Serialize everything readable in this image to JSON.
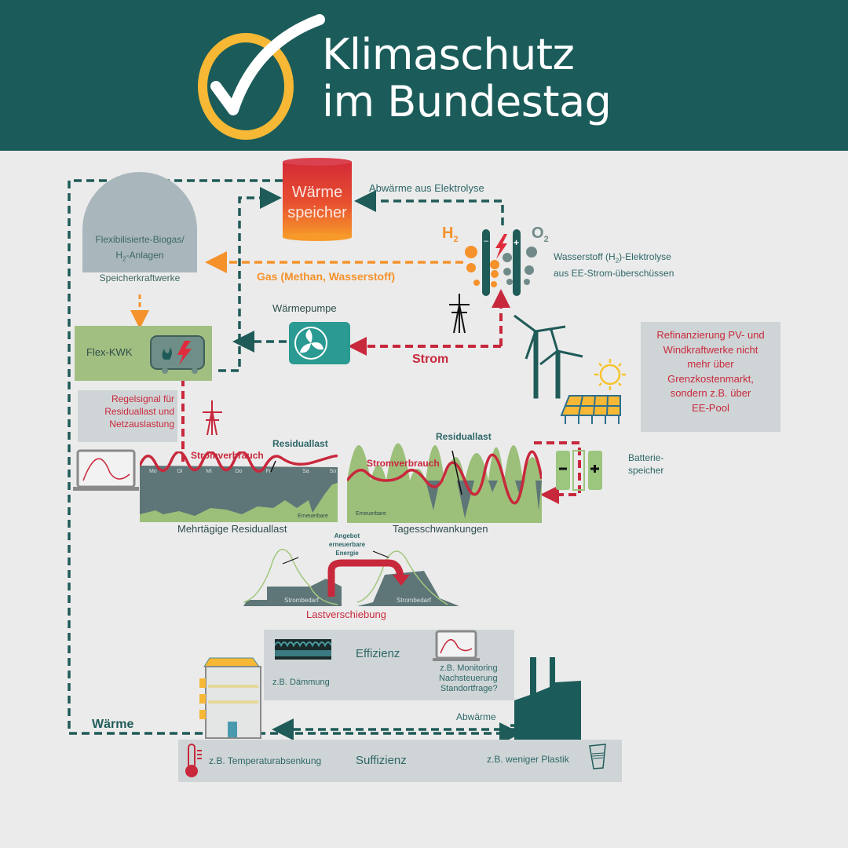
{
  "header": {
    "title_line1": "Klimaschutz",
    "title_line2": "im Bundestag",
    "logo_icon": "check-circle-icon",
    "background_color": "#1b5c5a",
    "accent_color": "#f6b835"
  },
  "colors": {
    "heat_flow": "#1f5b58",
    "power_flow": "#c8283c",
    "gas_flow": "#f5922b",
    "renewables": "#9cbf7a",
    "residual": "#5e7677"
  },
  "nodes": {
    "waermespeicher": {
      "line1": "Wärme",
      "line2": "speicher"
    },
    "biogas": {
      "line1": "Flexibilisierte-Biogas/",
      "line2_pre": "H",
      "line2_sub": "2",
      "line2_post": "-Anlagen",
      "line3": "Speicherkraftwerke"
    },
    "flex_kwk": {
      "label": "Flex-KWK"
    },
    "waermepumpe": {
      "label": "Wärmepumpe"
    },
    "elektrolyse": {
      "h2_main": "H",
      "h2_sub": "2",
      "o2_main": "O",
      "o2_sub": "2",
      "line1_pre": "Wasserstoff (H",
      "line1_sub": "2",
      "line1_post": ")-Elektrolyse",
      "line2": "aus EE-Strom-überschüssen"
    },
    "refinanzierung": {
      "lines": [
        "Refinanzierung PV- und",
        "Windkraftwerke nicht",
        "mehr über",
        "Grenzkostenmarkt,",
        "sondern z.B. über",
        "EE-Pool"
      ]
    },
    "regelsignal": {
      "lines": [
        "Regelsignal für",
        "Residuallast und",
        "Netzauslastung"
      ]
    },
    "batterie": {
      "line1": "Batterie-",
      "line2": "speicher"
    }
  },
  "flows": {
    "abwaerme_elektrolyse": "Abwärme aus Elektrolyse",
    "gas": "Gas (Methan, Wasserstoff)",
    "strom": "Strom",
    "waerme": "Wärme",
    "abwaerme": "Abwärme"
  },
  "charts": {
    "mehrtaegig": {
      "title": "Mehrtägige Residuallast",
      "label_consumption": "Stromverbrauch",
      "label_residual": "Residuallast",
      "label_renewables": "Erneuerbare",
      "days": [
        "Mo",
        "Di",
        "Mi",
        "Do",
        "Fr",
        "Sa",
        "So"
      ]
    },
    "tages": {
      "title": "Tagesschwankungen",
      "label_consumption": "Stromverbrauch",
      "label_residual": "Residuallast",
      "label_renewables": "Erneuerbare"
    },
    "lastverschiebung": {
      "title": "Lastverschiebung",
      "supply_label": [
        "Angebot",
        "erneuerbare",
        "Energie"
      ],
      "demand_label": "Strombedarf"
    }
  },
  "effizienz": {
    "title": "Effizienz",
    "left": "z.B. Dämmung",
    "right": [
      "z.B. Monitoring",
      "Nachsteuerung",
      "Standortfrage?"
    ]
  },
  "suffizienz": {
    "title": "Suffizienz",
    "left": "z.B. Temperaturabsenkung",
    "right": "z.B. weniger Plastik"
  }
}
